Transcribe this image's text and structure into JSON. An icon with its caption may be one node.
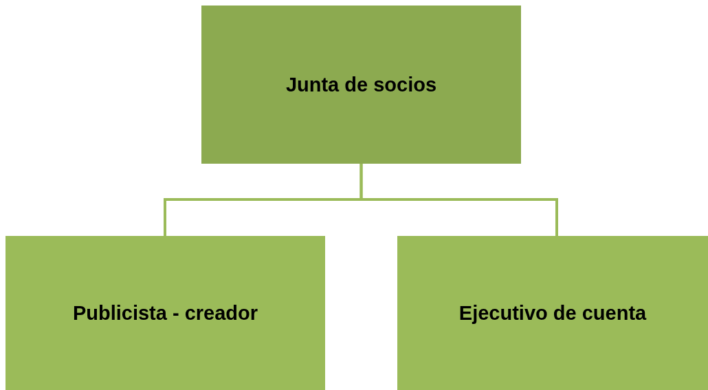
{
  "diagram": {
    "nodes": [
      {
        "text": [
          "Junta de socios"
        ]
      },
      {
        "text": [
          "Publicista - creador"
        ]
      },
      {
        "text": [
          "Ejecutivo de cuenta"
        ]
      }
    ],
    "edges": [
      {
        "from": 0,
        "to": 1,
        "arrow": "none"
      },
      {
        "from": 0,
        "to": 2,
        "arrow": "none"
      }
    ]
  }
}
